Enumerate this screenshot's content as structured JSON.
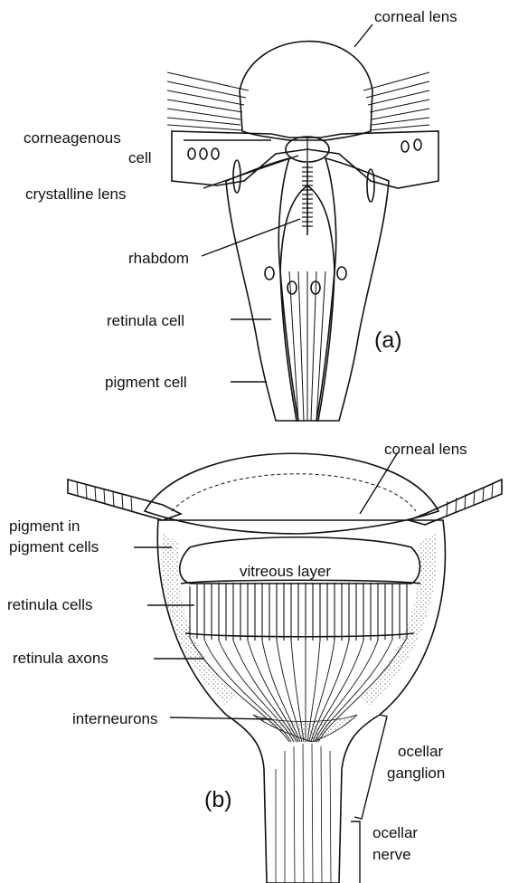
{
  "panel_a": {
    "tag": "(a)",
    "labels": {
      "corneal_lens": "corneal lens",
      "corneagenous_line1": "corneagenous",
      "corneagenous_line2": "cell",
      "crystalline_lens": "crystalline lens",
      "rhabdom": "rhabdom",
      "retinula_cell": "retinula cell",
      "pigment_cell": "pigment cell"
    }
  },
  "panel_b": {
    "tag": "(b)",
    "labels": {
      "corneal_lens": "corneal lens",
      "pigment_line1": "pigment in",
      "pigment_line2": "pigment cells",
      "vitreous_layer": "vitreous layer",
      "retinula_cells": "retinula cells",
      "retinula_axons": "retinula axons",
      "interneurons": "interneurons",
      "ocellar_ganglion_line1": "ocellar",
      "ocellar_ganglion_line2": "ganglion",
      "ocellar_nerve_line1": "ocellar",
      "ocellar_nerve_line2": "nerve"
    }
  },
  "colors": {
    "ink": "#111111",
    "stipple": "#d9d9d9",
    "background": "#ffffff"
  }
}
